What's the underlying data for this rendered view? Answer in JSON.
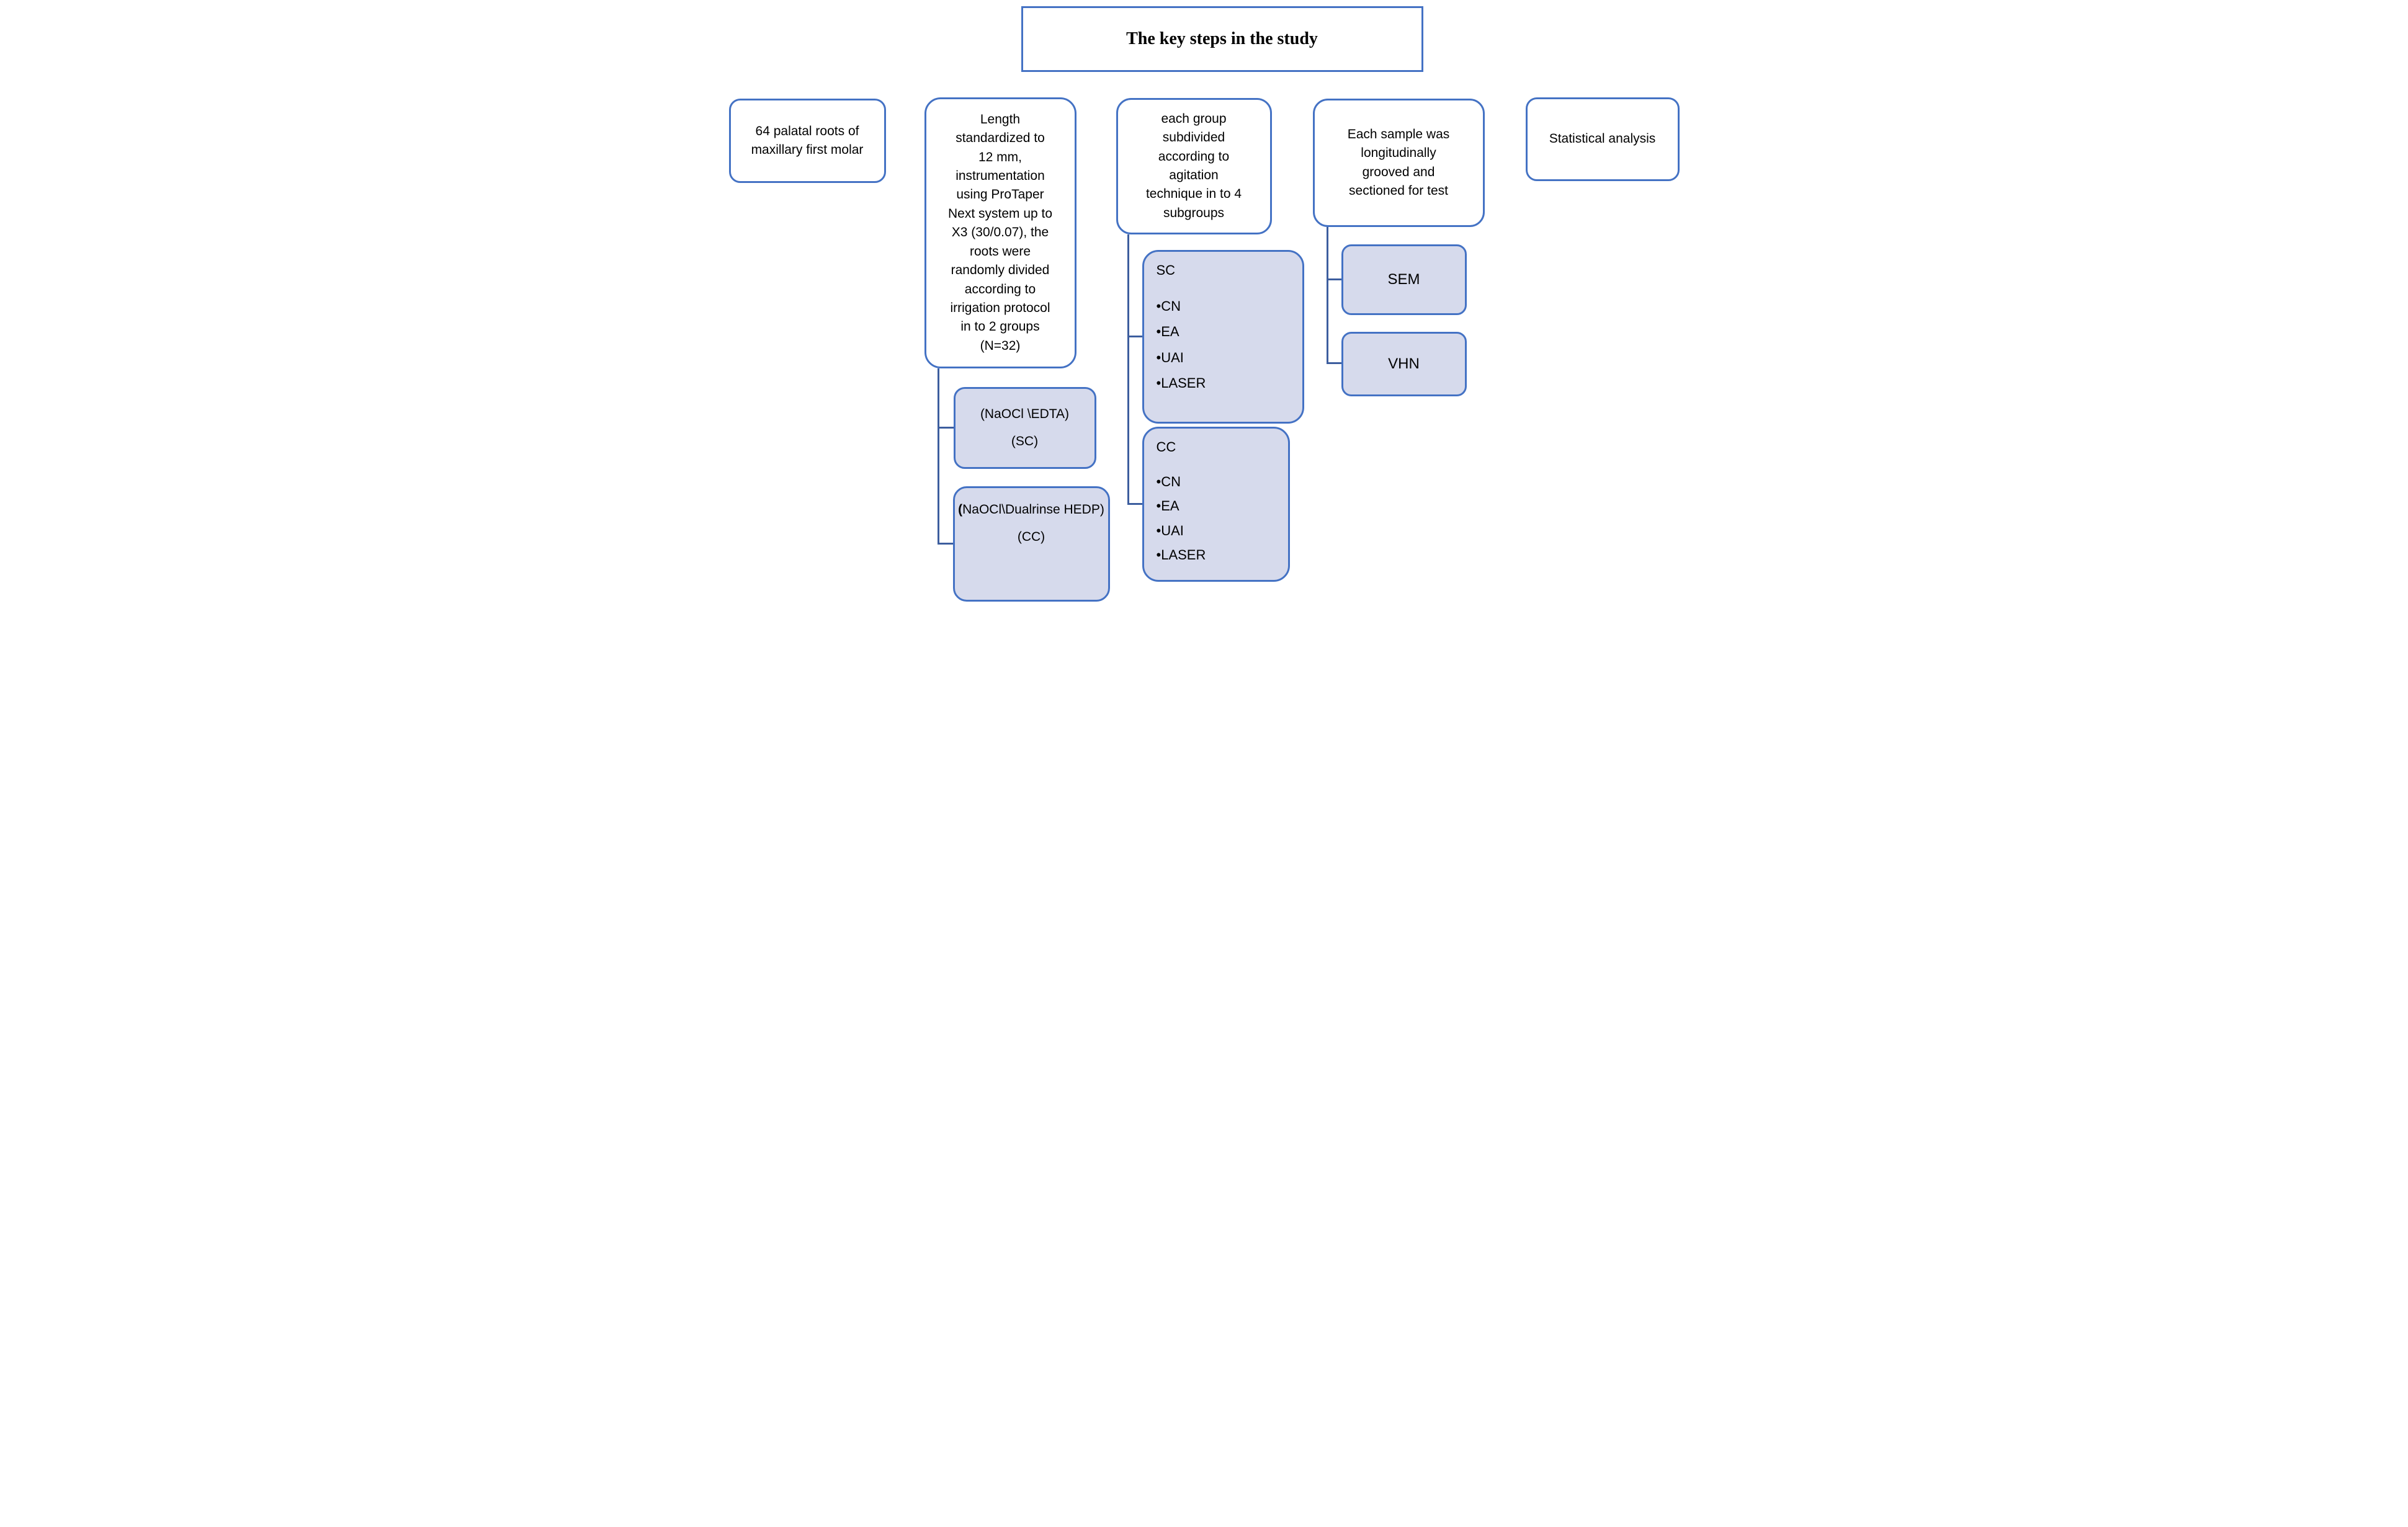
{
  "title": "The key steps in the study",
  "colors": {
    "box_border": "#4472c4",
    "connector": "#3c5d9e",
    "fill": "#d6daec"
  },
  "boxes": {
    "roots": {
      "text": "64 palatal roots of maxillary first molar"
    },
    "length": {
      "text": "Length standardized to 12 mm, instrumentation using ProTaper Next system up to X3 (30/0.07), the roots were randomly divided according to irrigation protocol in to 2 groups (N=32)"
    },
    "sc_irrigation": {
      "name": "(NaOCl \\EDTA)",
      "code": "(SC)"
    },
    "cc_irrigation": {
      "paren": "(",
      "name": "NaOCl\\Dualrinse HEDP)",
      "code": "(CC)"
    },
    "subdivided": {
      "text": "each group subdivided according to agitation technique in to 4 subgroups"
    },
    "sc_subgroup": {
      "header": "SC",
      "bullet_char": "•",
      "bullets": [
        "CN",
        "EA",
        "UAI",
        "LASER"
      ]
    },
    "cc_subgroup": {
      "header": "CC",
      "bullet_char": "•",
      "bullets": [
        "CN",
        "EA",
        "UAI",
        "LASER"
      ]
    },
    "sample": {
      "text": "Each sample was longitudinally grooved and sectioned for test"
    },
    "sem": {
      "text": "SEM"
    },
    "vhn": {
      "text": "VHN"
    },
    "statistical": {
      "text": "Statistical analysis"
    }
  }
}
